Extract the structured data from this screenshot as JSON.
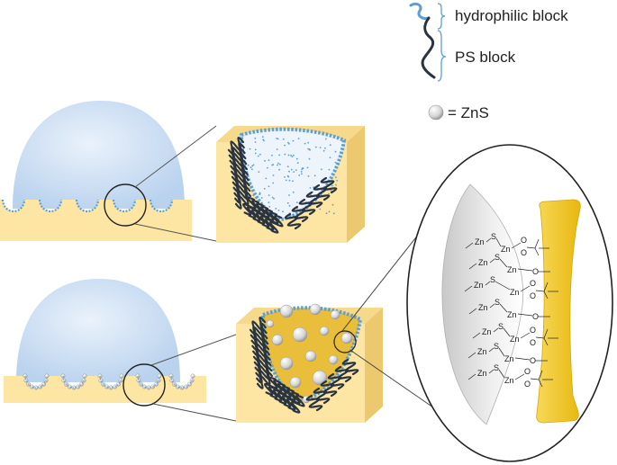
{
  "legend": {
    "hydrophilic_label": "hydrophilic block",
    "ps_label": "PS block",
    "zns_label": "= ZnS"
  },
  "chemistry": {
    "zn": "Zn",
    "s": "S",
    "o": "O"
  },
  "colors": {
    "substrate_face": "#fde6a3",
    "substrate_side": "#ecc96f",
    "droplet": "#cfe0f4",
    "hydrophilic_block": "#5c9fd6",
    "ps_block": "#2a3440",
    "zns_particle": "#d8d8d8",
    "nanoplate": "#f3cb2c"
  }
}
